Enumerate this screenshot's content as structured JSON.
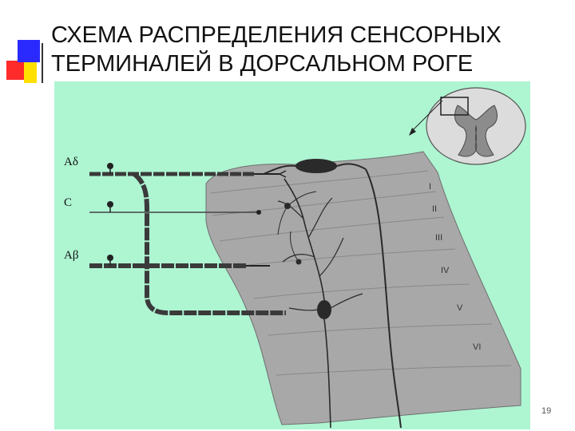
{
  "slide": {
    "title_line1": "СХЕМА РАСПРЕДЕЛЕНИЯ СЕНСОРНЫХ",
    "title_line2": "ТЕРМИНАЛЕЙ В ДОРСАЛЬНОМ РОГЕ",
    "page_number": "19"
  },
  "diagram": {
    "fibers": [
      {
        "id": "a-delta",
        "label": "Aδ"
      },
      {
        "id": "c",
        "label": "C"
      },
      {
        "id": "a-beta",
        "label": "Aβ"
      }
    ],
    "laminae": [
      "I",
      "II",
      "III",
      "IV",
      "V",
      "VI"
    ]
  },
  "colors": {
    "figure_background": "#aef5d2",
    "horn_fill": "#a8a8a8",
    "deco_blue": "#2a2aff",
    "deco_red": "#ff2a2a",
    "deco_yellow": "#ffe000"
  }
}
